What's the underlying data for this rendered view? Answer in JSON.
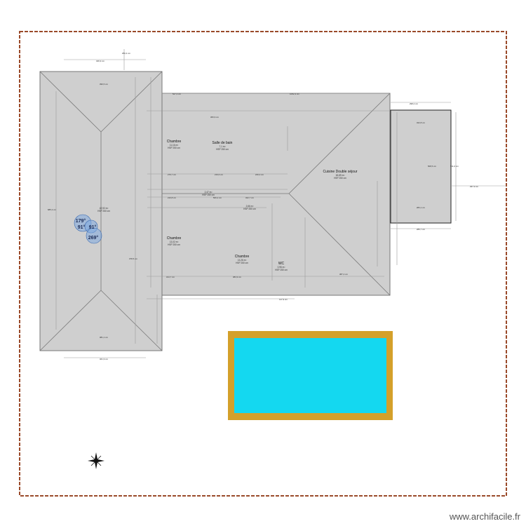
{
  "watermark": "www.archifacile.fr",
  "colors": {
    "roof": "#cfcfcf",
    "roof_stroke": "#777777",
    "boundary": "#9a4a2a",
    "pool_water": "#14d8f0",
    "pool_border": "#d4a02a",
    "dimension": "#9a9a9a",
    "angle_fill": "#7fa9e0"
  },
  "rooms": [
    {
      "name": "Chambre",
      "area": "11,16 m²",
      "hsp": "HSP 250 cm"
    },
    {
      "name": "Salle de bain",
      "area": "7,1 m²",
      "hsp": "HSP 250 cm"
    },
    {
      "name": "Cuisine Double séjour",
      "area": "63,89 m²",
      "hsp": "HSP 250 cm"
    },
    {
      "name": "Chambre",
      "area": "13,02 m²",
      "hsp": "HSP 250 cm"
    },
    {
      "name": "Chambre",
      "area": "13,26 m²",
      "hsp": "HSP 250 cm"
    },
    {
      "name": "WC",
      "area": "0,96 m²",
      "hsp": "HSP 250 cm"
    },
    {
      "name": "",
      "area": "42,92 m²",
      "hsp": "HSP 250 cm"
    },
    {
      "name": "",
      "area": "2,47 m²",
      "hsp": "HSP 250 cm"
    },
    {
      "name": "",
      "area": "2,66 m²",
      "hsp": "HSP 250 cm"
    }
  ],
  "angles": [
    "179°",
    "91°",
    "91°",
    "269°"
  ],
  "dimensions": {
    "top_left_span": "436,9 cm",
    "top_vertical": "250,4 cm",
    "left_inner_top": "396,5 cm",
    "upper_wall": "527,4 cm",
    "upper_long": "1052,3 cm",
    "right_annex_top": "298,2 cm",
    "right_annex_mid": "322,8 cm",
    "right_annex_side": "508,5 cm",
    "right_outer": "511,0 cm",
    "right_offset": "297,9 cm",
    "right_annex_bottom": "286,7 cm",
    "right_annex_lower": "283,1 cm",
    "lower_wall_1": "314,7 cm",
    "lower_wall_2": "384,9 cm",
    "lower_wall_3": "117,9 cm",
    "lower_right": "387,4 cm",
    "bottom_left_span": "461,9 cm",
    "bottom_inner": "381,1 cm",
    "left_total": "685,3 cm",
    "left_part": "378,5 cm",
    "chambre_width": "279,7 cm",
    "sdb_width": "219,6 cm",
    "hall_width": "249,3 cm",
    "central_width": "366,9 cm",
    "middle_row_1": "210,8 cm",
    "middle_row_2": "506,2 cm",
    "middle_row_3": "322,7 cm"
  }
}
